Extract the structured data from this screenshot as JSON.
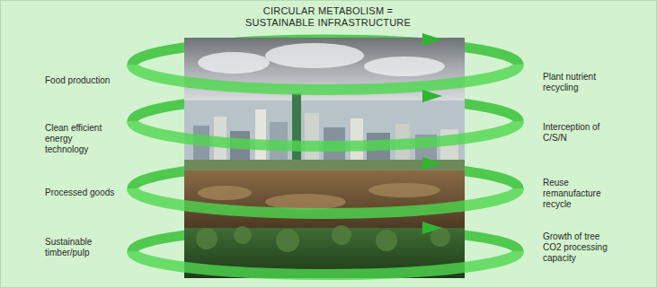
{
  "diagram": {
    "title": "CIRCULAR METABOLISM = SUSTAINABLE INFRASTRUCTURE",
    "labels": [
      "Food production",
      "Clean efficient energy technology",
      "Processed goods",
      "Sustainable timber/pulp",
      "Plant nutrient recycling",
      "Interception of C/S/N",
      "Reuse remanufacture recycle",
      "Growth of tree CO2 processing capacity"
    ]
  }
}
